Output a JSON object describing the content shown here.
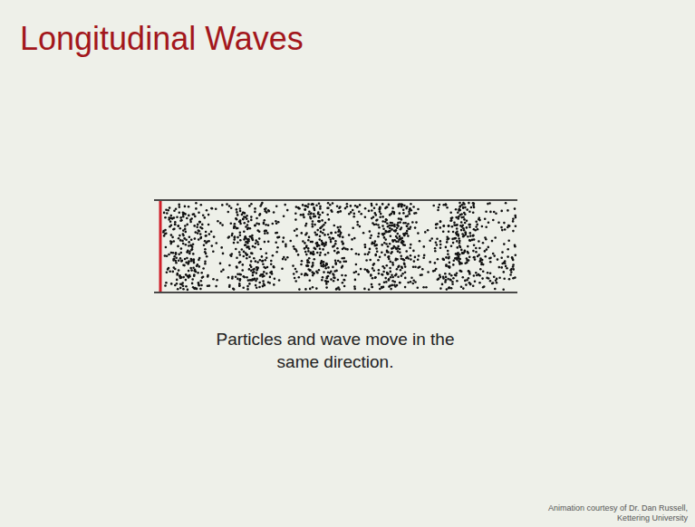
{
  "diagram": {
    "title": "Longitudinal Waves",
    "caption": "Particles and wave move in the same direction.",
    "labels": [
      "Animation courtesy of Dr. Dan Russell, Kettering University"
    ]
  }
}
